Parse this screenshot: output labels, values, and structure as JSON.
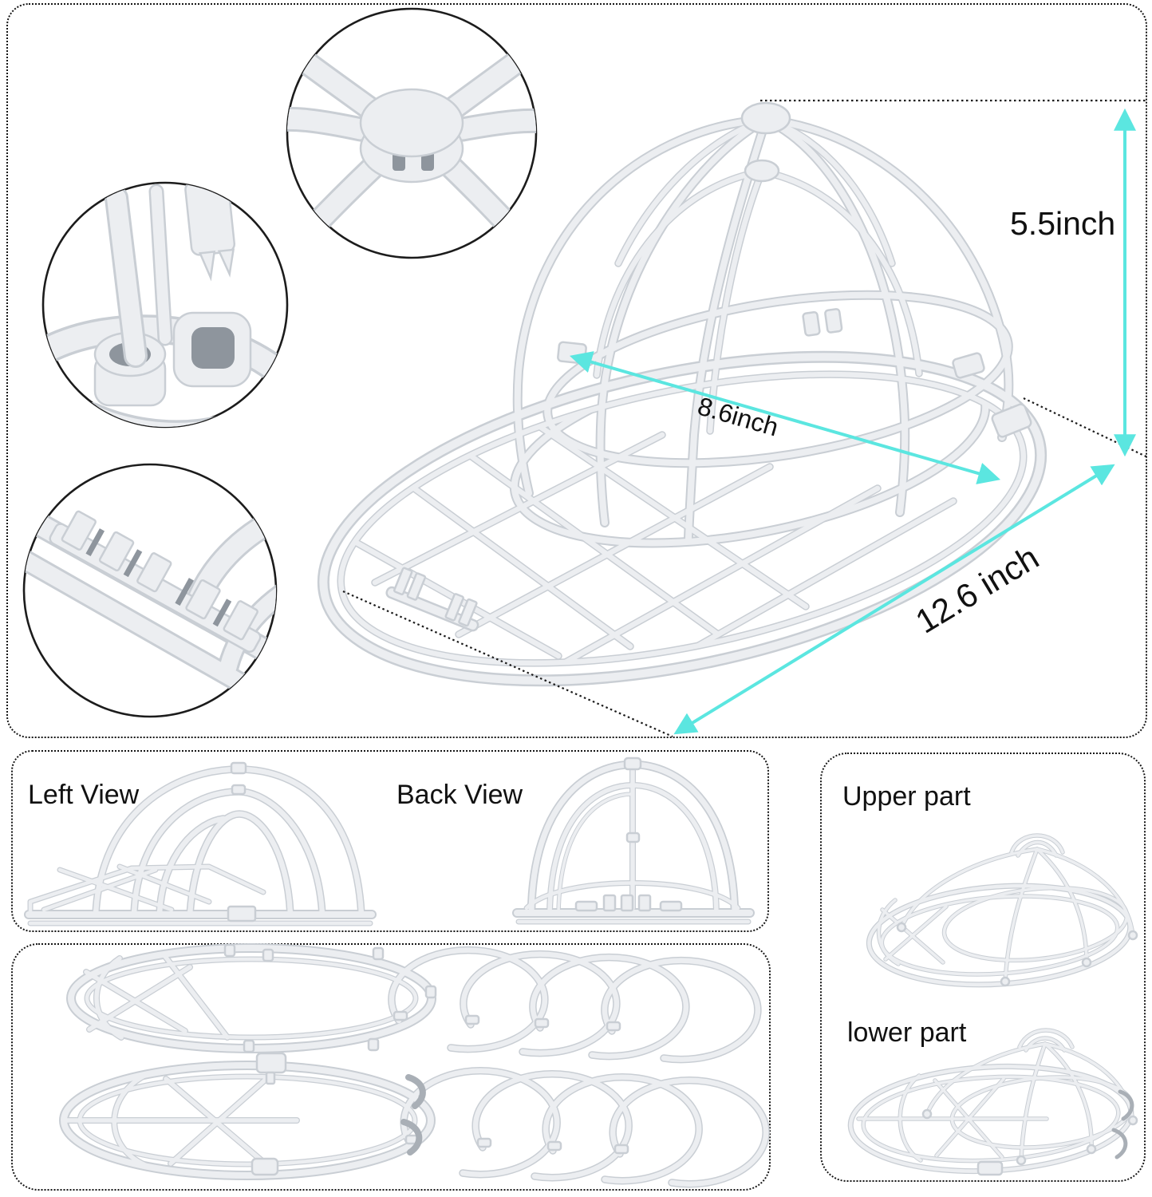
{
  "colors": {
    "accent": "#5be6e0",
    "ink": "#1f1f1f",
    "tube": "#eceef1",
    "tube-edge": "#c9ced4",
    "tube-dark": "#a9afb6",
    "hole": "#8e959d"
  },
  "main_panel": {
    "height_label": "5.5inch",
    "width_label": "8.6inch",
    "length_label": "12.6 inch"
  },
  "views_panel": {
    "left_label": "Left View",
    "back_label": "Back View"
  },
  "parts_panel": {
    "upper_label": "Upper part",
    "lower_label": "lower part"
  }
}
